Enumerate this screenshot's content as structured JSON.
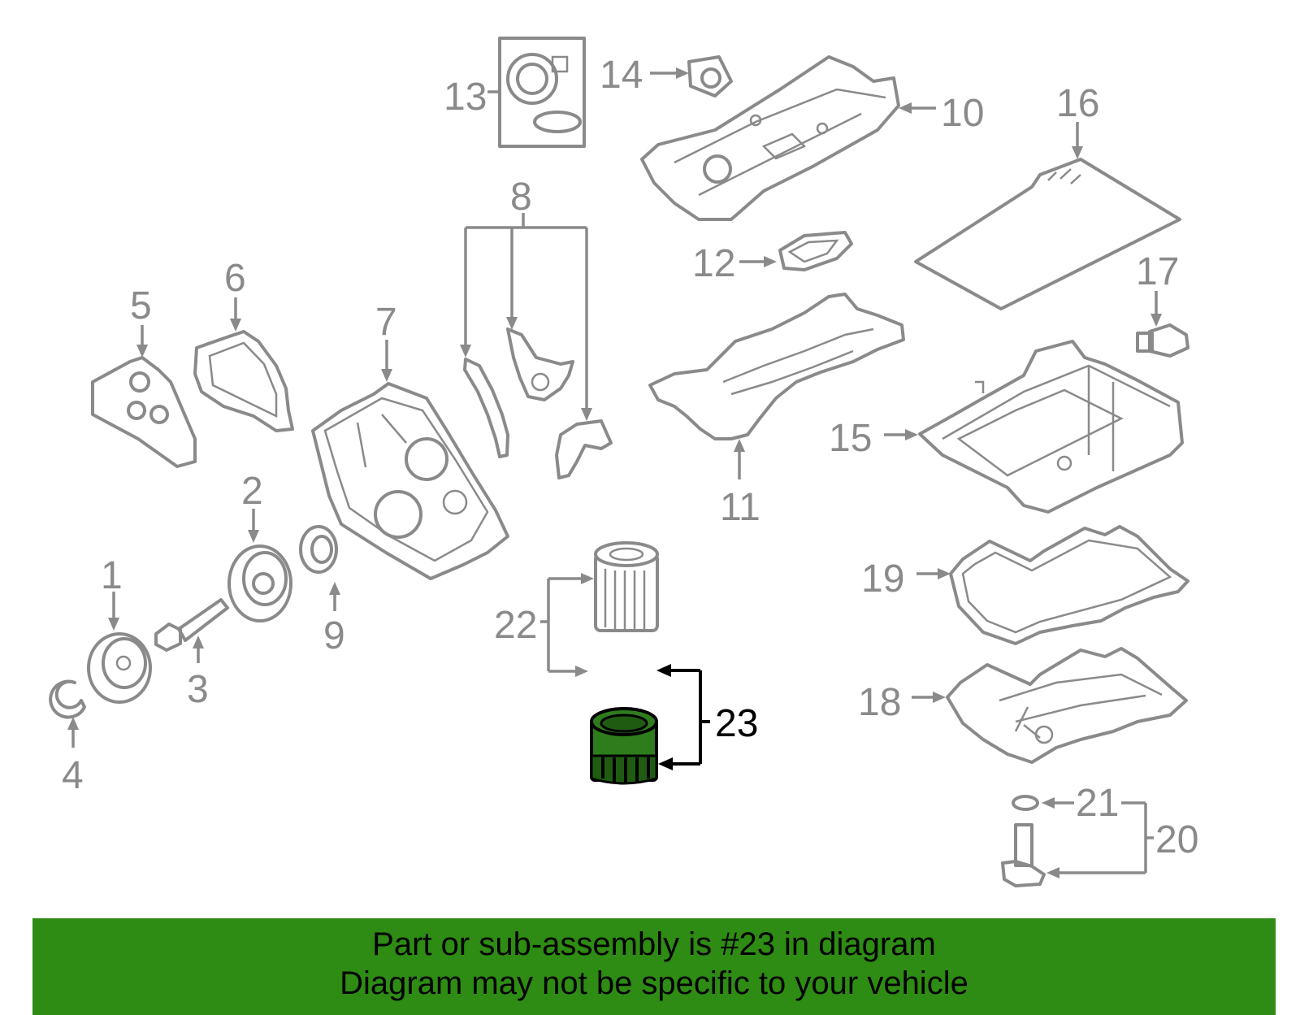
{
  "callouts": {
    "c1": "1",
    "c2": "2",
    "c3": "3",
    "c4": "4",
    "c5": "5",
    "c6": "6",
    "c7": "7",
    "c8": "8",
    "c9": "9",
    "c10": "10",
    "c11": "11",
    "c12": "12",
    "c13": "13",
    "c14": "14",
    "c15": "15",
    "c16": "16",
    "c17": "17",
    "c18": "18",
    "c19": "19",
    "c20": "20",
    "c21": "21",
    "c22": "22",
    "c23": "23"
  },
  "highlighted_part": "23",
  "colors": {
    "line": "#8a8a8a",
    "highlight_fill": "#2e7d1c",
    "banner": "#2e8b14"
  },
  "banner": {
    "line1": "Part or sub-assembly is #23 in diagram",
    "line2": "Diagram may not be specific to your vehicle"
  }
}
